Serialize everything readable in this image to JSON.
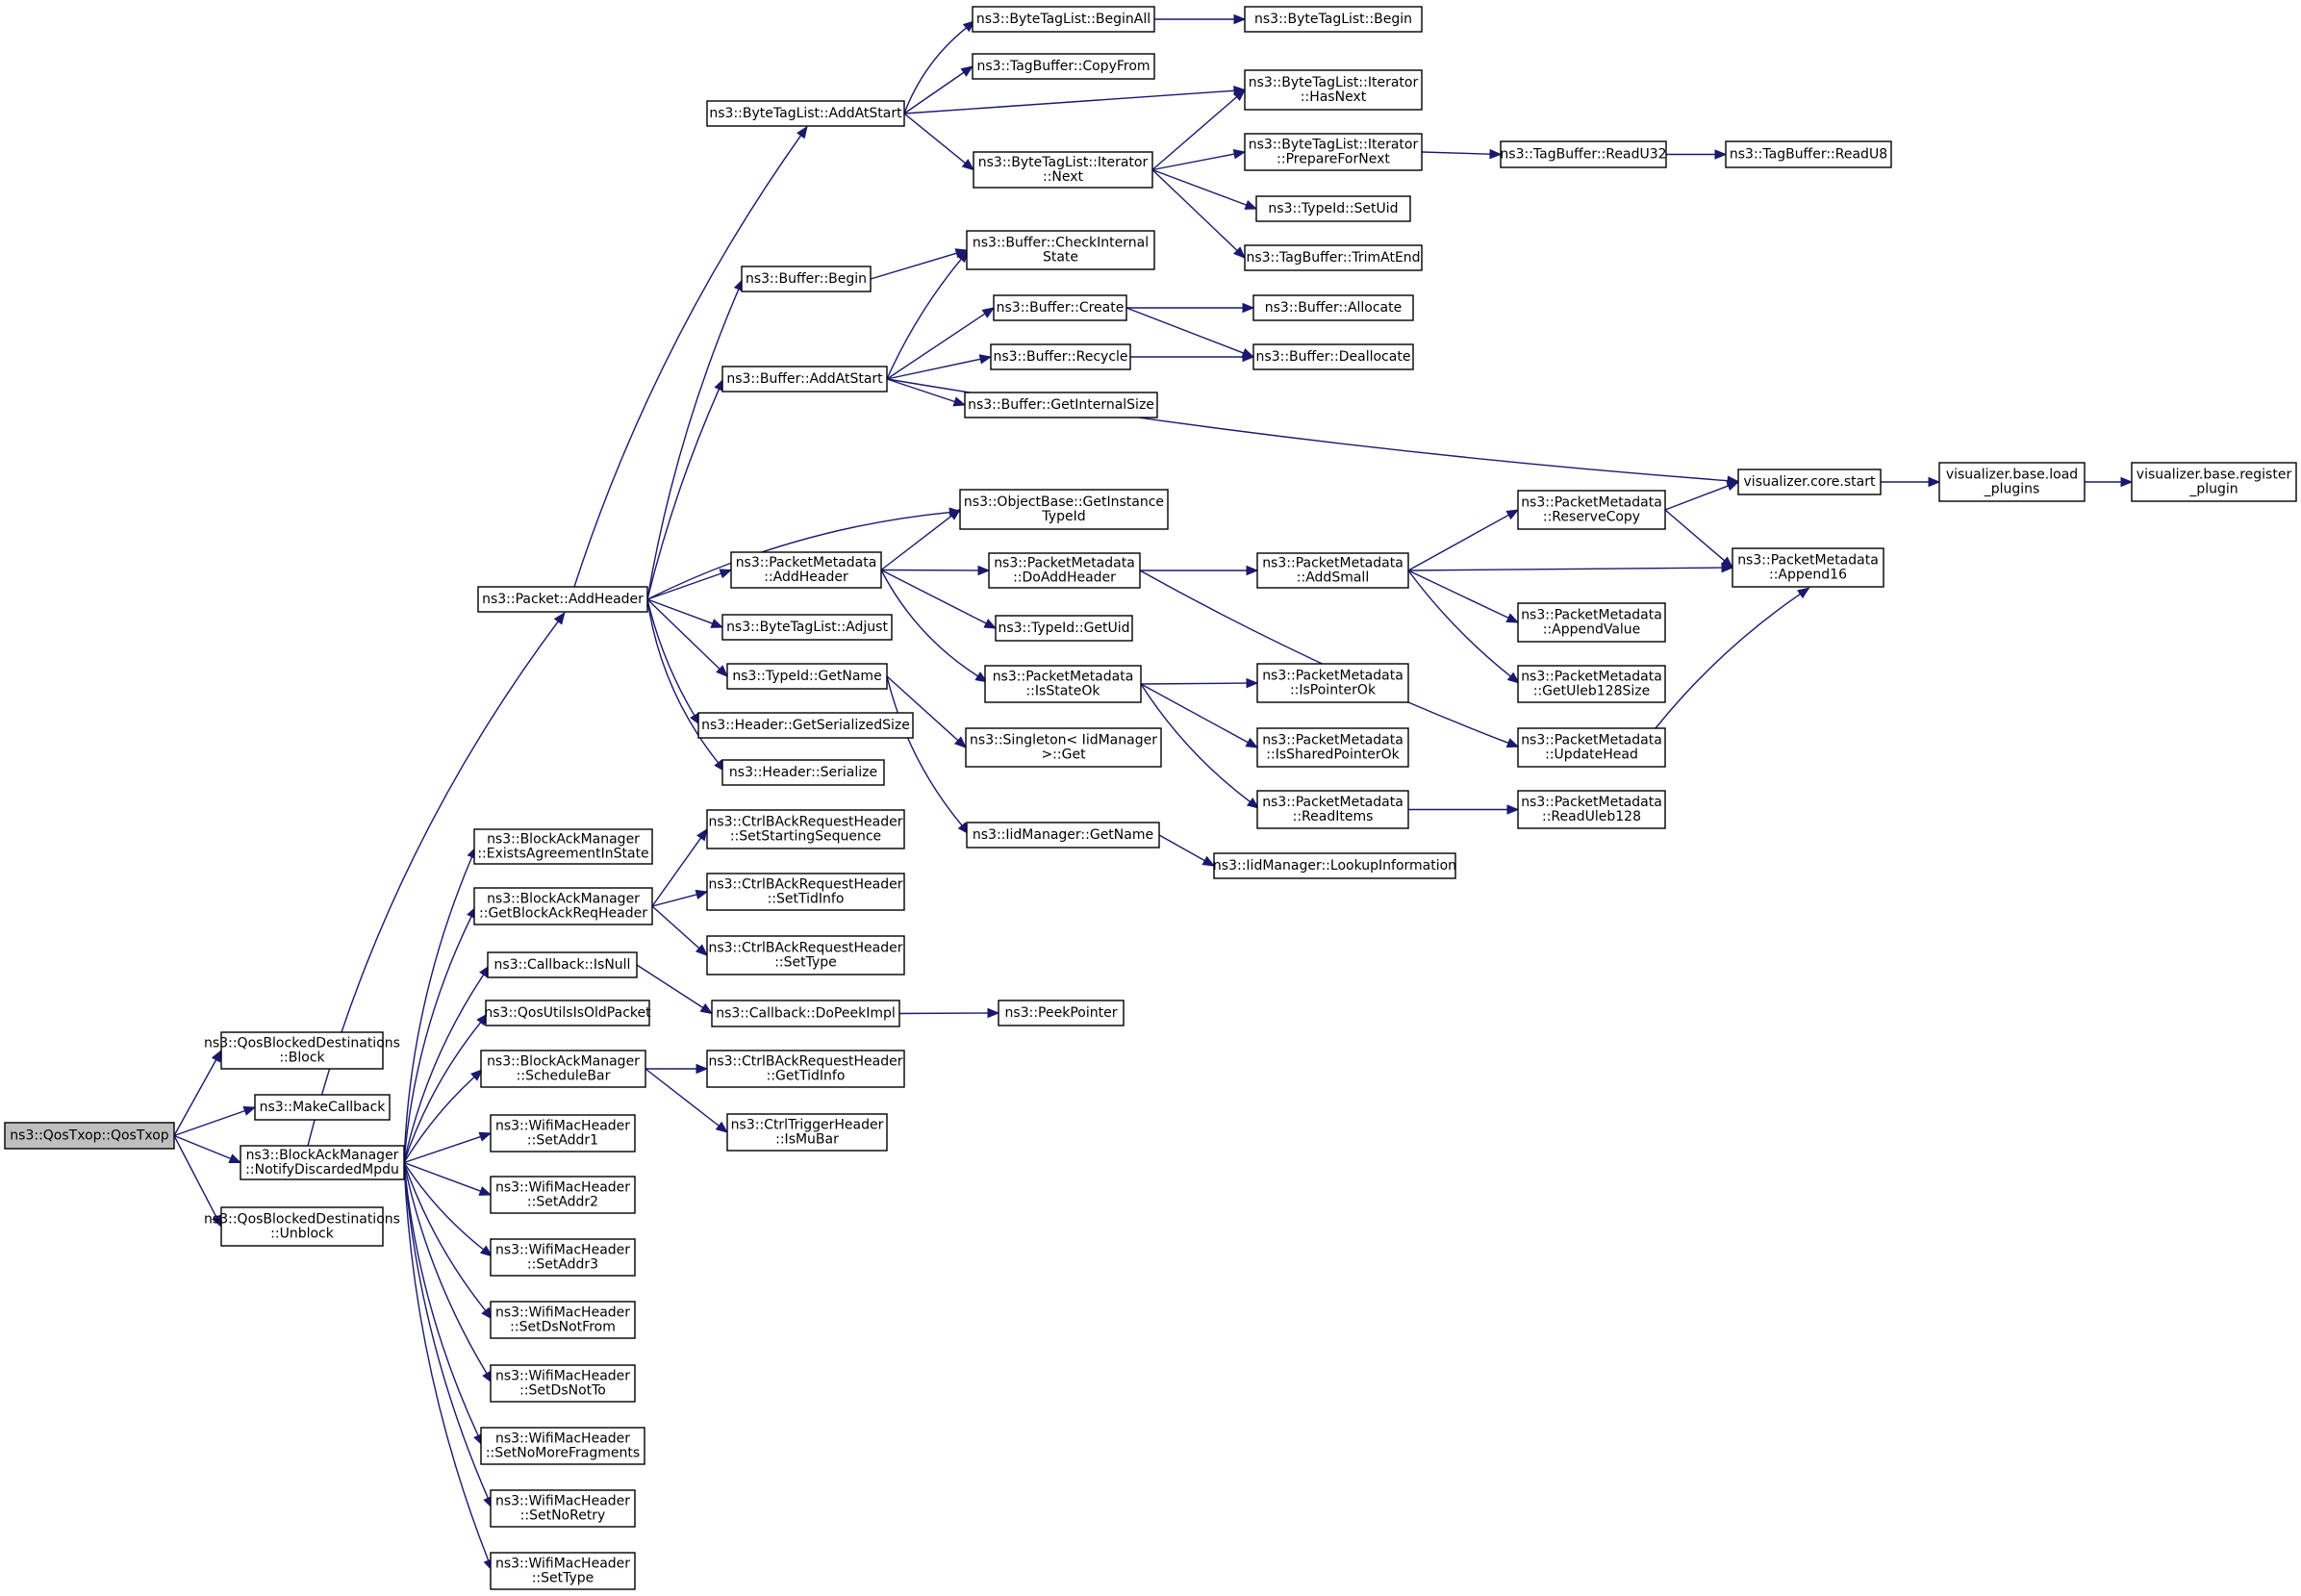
{
  "colors": {
    "edge": "#191970",
    "root_fill": "#bfbfbf",
    "truncated_border": "#ff0000"
  },
  "nodes": {
    "root": [
      "ns3::QosTxop::QosTxop"
    ],
    "qbd_block": [
      "ns3::QosBlockedDestinations",
      "::Block"
    ],
    "makecb": [
      "ns3::MakeCallback"
    ],
    "bam_ndm": [
      "ns3::BlockAckManager",
      "::NotifyDiscardedMpdu"
    ],
    "qbd_unblock": [
      "ns3::QosBlockedDestinations",
      "::Unblock"
    ],
    "pkt_addheader": [
      "ns3::Packet::AddHeader"
    ],
    "bam_exists": [
      "ns3::BlockAckManager",
      "::ExistsAgreementInState"
    ],
    "bam_getbar": [
      "ns3::BlockAckManager",
      "::GetBlockAckReqHeader"
    ],
    "cb_isnull": [
      "ns3::Callback::IsNull"
    ],
    "qos_isold": [
      "ns3::QosUtilsIsOldPacket"
    ],
    "bam_schedbar": [
      "ns3::BlockAckManager",
      "::ScheduleBar"
    ],
    "wmh_addr1": [
      "ns3::WifiMacHeader",
      "::SetAddr1"
    ],
    "wmh_addr2": [
      "ns3::WifiMacHeader",
      "::SetAddr2"
    ],
    "wmh_addr3": [
      "ns3::WifiMacHeader",
      "::SetAddr3"
    ],
    "wmh_dsnotfrom": [
      "ns3::WifiMacHeader",
      "::SetDsNotFrom"
    ],
    "wmh_dsnotto": [
      "ns3::WifiMacHeader",
      "::SetDsNotTo"
    ],
    "wmh_nomorefrag": [
      "ns3::WifiMacHeader",
      "::SetNoMoreFragments"
    ],
    "wmh_noretry": [
      "ns3::WifiMacHeader",
      "::SetNoRetry"
    ],
    "wmh_settype": [
      "ns3::WifiMacHeader",
      "::SetType"
    ],
    "btl_addatstart": [
      "ns3::ByteTagList::AddAtStart"
    ],
    "buf_begin": [
      "ns3::Buffer::Begin"
    ],
    "buf_addatstart": [
      "ns3::Buffer::AddAtStart"
    ],
    "pm_addheader": [
      "ns3::PacketMetadata",
      "::AddHeader"
    ],
    "btl_adjust": [
      "ns3::ByteTagList::Adjust"
    ],
    "tid_getname": [
      "ns3::TypeId::GetName"
    ],
    "hdr_getsersize": [
      "ns3::Header::GetSerializedSize"
    ],
    "hdr_serialize": [
      "ns3::Header::Serialize"
    ],
    "cbarh_setseq": [
      "ns3::CtrlBAckRequestHeader",
      "::SetStartingSequence"
    ],
    "cbarh_settid": [
      "ns3::CtrlBAckRequestHeader",
      "::SetTidInfo"
    ],
    "cbarh_settype": [
      "ns3::CtrlBAckRequestHeader",
      "::SetType"
    ],
    "cb_dopeek": [
      "ns3::Callback::DoPeekImpl"
    ],
    "cbarh_gettid": [
      "ns3::CtrlBAckRequestHeader",
      "::GetTidInfo"
    ],
    "cth_ismubar": [
      "ns3::CtrlTriggerHeader",
      "::IsMuBar"
    ],
    "btl_beginall": [
      "ns3::ByteTagList::BeginAll"
    ],
    "tb_copyfrom": [
      "ns3::TagBuffer::CopyFrom"
    ],
    "btli_next": [
      "ns3::ByteTagList::Iterator",
      "::Next"
    ],
    "buf_checkint": [
      "ns3::Buffer::CheckInternal",
      "State"
    ],
    "buf_create": [
      "ns3::Buffer::Create"
    ],
    "buf_recycle": [
      "ns3::Buffer::Recycle"
    ],
    "buf_getintsize": [
      "ns3::Buffer::GetInternalSize"
    ],
    "ob_getinst": [
      "ns3::ObjectBase::GetInstance",
      "TypeId"
    ],
    "pm_doaddheader": [
      "ns3::PacketMetadata",
      "::DoAddHeader"
    ],
    "tid_getuid": [
      "ns3::TypeId::GetUid"
    ],
    "pm_isstateok": [
      "ns3::PacketMetadata",
      "::IsStateOk"
    ],
    "singleton_get": [
      "ns3::Singleton< IidManager",
      ">::Get"
    ],
    "iid_getname": [
      "ns3::IidManager::GetName"
    ],
    "peekpointer": [
      "ns3::PeekPointer"
    ],
    "btl_begin": [
      "ns3::ByteTagList::Begin"
    ],
    "btli_hasnext": [
      "ns3::ByteTagList::Iterator",
      "::HasNext"
    ],
    "btli_prepnext": [
      "ns3::ByteTagList::Iterator",
      "::PrepareForNext"
    ],
    "tid_setuid": [
      "ns3::TypeId::SetUid"
    ],
    "tb_trimatend": [
      "ns3::TagBuffer::TrimAtEnd"
    ],
    "buf_allocate": [
      "ns3::Buffer::Allocate"
    ],
    "buf_dealloc": [
      "ns3::Buffer::Deallocate"
    ],
    "pm_addsmall": [
      "ns3::PacketMetadata",
      "::AddSmall"
    ],
    "pm_ispointerok": [
      "ns3::PacketMetadata",
      "::IsPointerOk"
    ],
    "pm_issharedok": [
      "ns3::PacketMetadata",
      "::IsSharedPointerOk"
    ],
    "pm_readitems": [
      "ns3::PacketMetadata",
      "::ReadItems"
    ],
    "iid_lookup": [
      "ns3::IidManager::LookupInformation"
    ],
    "tb_readu32": [
      "ns3::TagBuffer::ReadU32"
    ],
    "tb_readu8": [
      "ns3::TagBuffer::ReadU8"
    ],
    "viz_start": [
      "visualizer.core.start"
    ],
    "pm_reservecopy": [
      "ns3::PacketMetadata",
      "::ReserveCopy"
    ],
    "pm_appendvalue": [
      "ns3::PacketMetadata",
      "::AppendValue"
    ],
    "pm_getuleb": [
      "ns3::PacketMetadata",
      "::GetUleb128Size"
    ],
    "pm_updatehead": [
      "ns3::PacketMetadata",
      "::UpdateHead"
    ],
    "pm_readuleb": [
      "ns3::PacketMetadata",
      "::ReadUleb128"
    ],
    "viz_loadplugins": [
      "visualizer.base.load",
      "_plugins"
    ],
    "pm_append16": [
      "ns3::PacketMetadata",
      "::Append16"
    ],
    "viz_register": [
      "visualizer.base.register",
      "_plugin"
    ]
  }
}
